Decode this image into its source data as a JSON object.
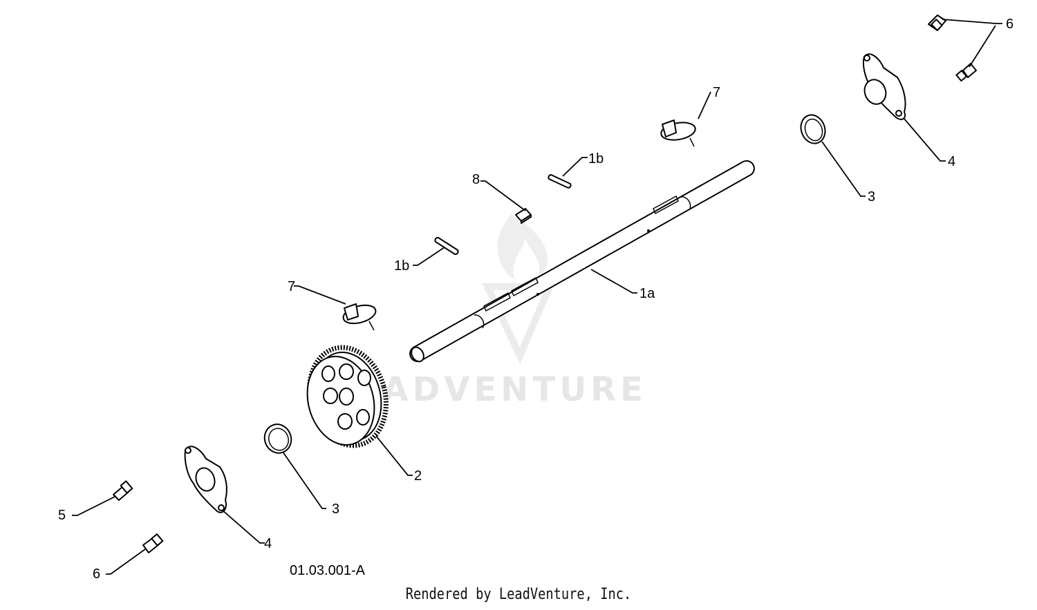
{
  "watermark": "LEADVENTURE",
  "callouts": {
    "c1a": "1a",
    "c1b_top": "1b",
    "c1b_left": "1b",
    "c2": "2",
    "c3_left": "3",
    "c3_right": "3",
    "c4_left": "4",
    "c4_right": "4",
    "c5": "5",
    "c6_top": "6",
    "c6_bottom": "6",
    "c7_top": "7",
    "c7_left": "7",
    "c8": "8"
  },
  "diagram_code": "01.03.001-A",
  "footer": "Rendered by LeadVenture, Inc."
}
